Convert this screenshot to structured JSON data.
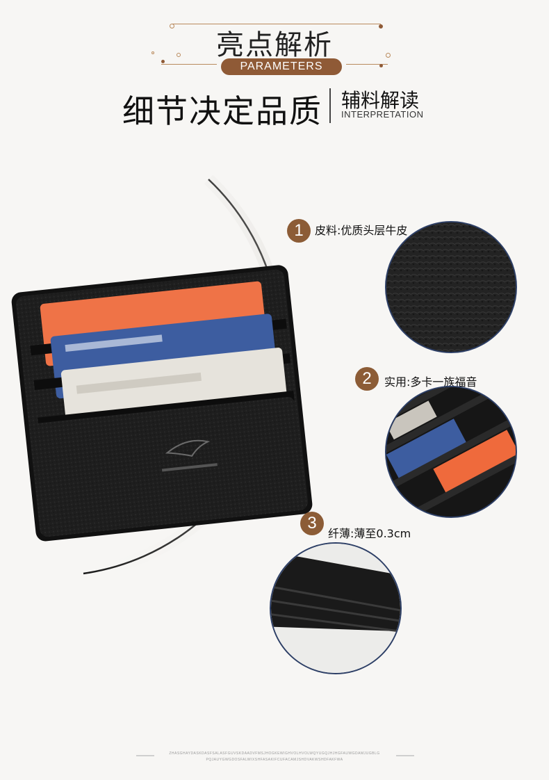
{
  "header": {
    "title": "亮点解析",
    "badge": "PARAMETERS"
  },
  "heading": {
    "main": "细节决定品质",
    "side_title": "辅料解读",
    "side_subtitle": "INTERPRETATION"
  },
  "features": [
    {
      "number": "1",
      "label": "皮料:优质头层牛皮"
    },
    {
      "number": "2",
      "label": "实用:多卡一族福音"
    },
    {
      "number": "3",
      "label": "纤薄:薄至0.3cm"
    }
  ],
  "product": {
    "cards": [
      {
        "color": "#ef7347"
      },
      {
        "color": "#3d5da0"
      },
      {
        "color": "#e6e3dc"
      }
    ]
  },
  "footer": {
    "line1": "ZHASGHAYDASKDASFSALASFGUVSKDAADVFMSJHOGKEWIGHVOLHVOLWQYUGQJHJHGFAUWGDAMJUGBLG",
    "line2": "PQJAUYGWGDOSFALWIXSHFASAKIFCUFACAMJSHDVAKWSHDFAKFWA"
  },
  "colors": {
    "accent": "#8c5c36",
    "ring": "#2d3f66",
    "leather": "#1c1c1c"
  }
}
